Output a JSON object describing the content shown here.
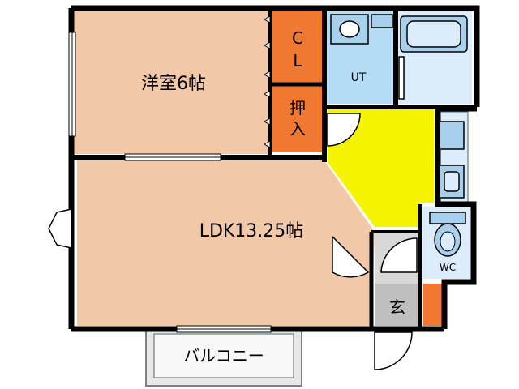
{
  "labels": {
    "western_room": "洋室6帖",
    "closet_c": "C",
    "closet_l": "L",
    "oshiire_1": "押",
    "oshiire_2": "入",
    "utility": "UT",
    "ldk": "LDK13.25帖",
    "toilet": "WC",
    "entrance": "玄",
    "balcony": "バルコニー"
  },
  "colors": {
    "wall": "#000000",
    "room": "#f2c8a8",
    "storage": "#f07830",
    "wet_area": "#b4dcf4",
    "hall": "#f4f400",
    "bath_area": "#dcecfa",
    "fixture": "#a8d0ec",
    "balcony_floor": "#e8e8e8",
    "door": "#ffffff"
  }
}
